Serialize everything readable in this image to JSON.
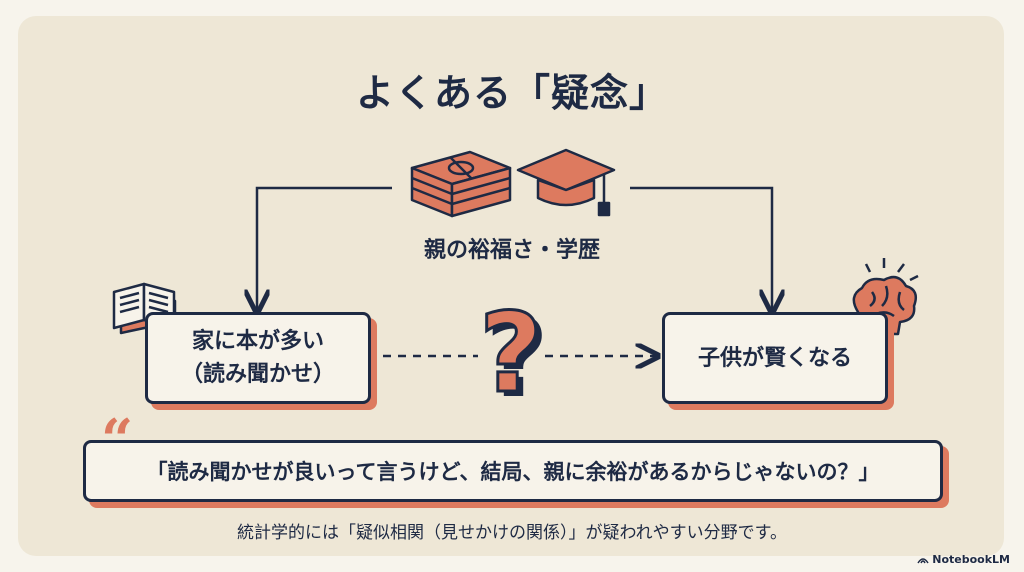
{
  "title": "よくある「疑念」",
  "confounder": {
    "label": "親の裕福さ・学歴",
    "icons": [
      "money-stack-icon",
      "graduation-cap-icon"
    ]
  },
  "cause": {
    "line1": "家に本が多い",
    "line2": "（読み聞かせ）",
    "icon": "open-book-icon"
  },
  "effect": {
    "label": "子供が賢くなる",
    "icon": "brain-icon"
  },
  "question_mark": "?",
  "quote": {
    "mark": "“",
    "text": "「読み聞かせが良いって言うけど、結局、親に余裕があるからじゃないの？」"
  },
  "footnote": "統計学的には「疑似相関（見せかけの関係）」が疑われやすい分野です。",
  "watermark": "NotebookLM",
  "colors": {
    "navy": "#1e2a44",
    "coral": "#dd7a5f",
    "background": "#eee7d6"
  }
}
